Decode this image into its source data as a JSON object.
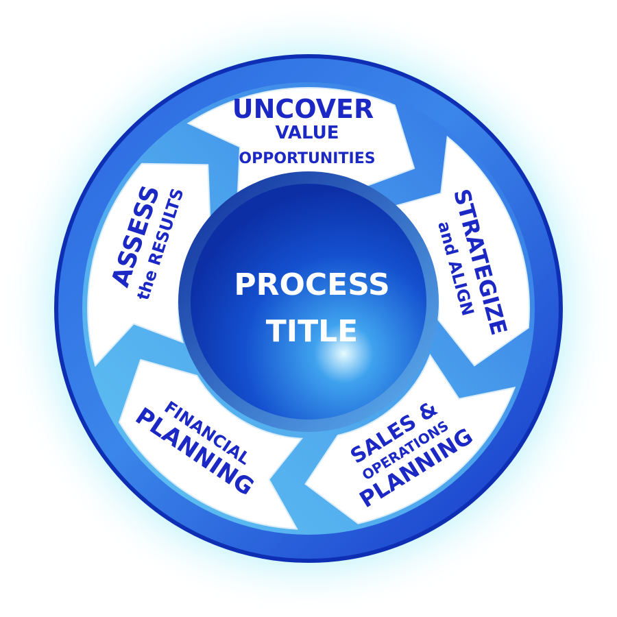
{
  "center": {
    "line1": "PROCESS",
    "line2": "TITLE"
  },
  "steps": [
    {
      "id": "uncover",
      "lines": [
        "UNCOVER",
        "VALUE",
        "OPPORTUNITIES"
      ]
    },
    {
      "id": "strategize",
      "lines": [
        "STRATEGIZE",
        "and ALIGN"
      ]
    },
    {
      "id": "sales",
      "lines": [
        "SALES &",
        "OPERATIONS",
        "PLANNING"
      ]
    },
    {
      "id": "financial",
      "lines": [
        "FINANCIAL",
        "PLANNING"
      ]
    },
    {
      "id": "assess",
      "lines": [
        "ASSESS",
        "the RESULTS"
      ]
    }
  ],
  "colors": {
    "ring_dark": "#1f4fd6",
    "ring_light": "#5aa8f0",
    "arrow_fill": "#ffffff",
    "label_text": "#1c28c4",
    "title_text": "#ffffff",
    "glow": "#bdf2fb"
  }
}
